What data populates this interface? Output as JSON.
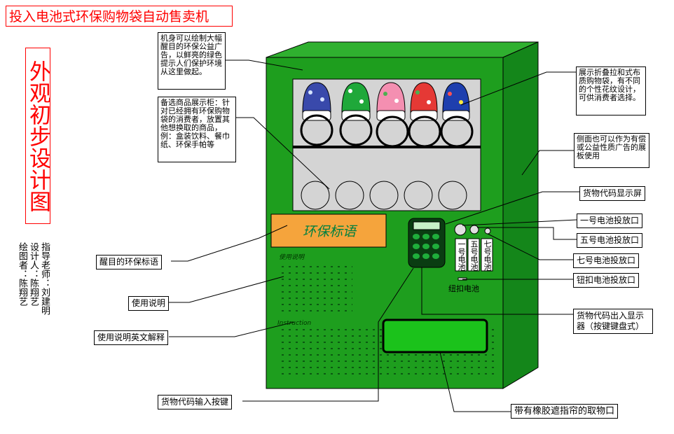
{
  "title": "投入电池式环保购物袋自动售卖机",
  "subtitle": "外观初步设计图",
  "credits": {
    "advisor": "指导老师：刘建明",
    "designer": "设计人：陈翔艺",
    "drafter": "绘图者：陈翔艺"
  },
  "notes": {
    "top_ad": "机身可以绘制大幅醒目的环保公益广告，以鲜亮的绿色提示人们保护环境从这里做起。",
    "alt_display": "备选商品展示柜：针对已经拥有环保购物袋的消费者，放置其他想换取的商品，例：盒装饮料、餐巾纸、环保手帕等",
    "bag_display": "展示折叠拉和式布质购物袋，有不同的个性花纹设计，可供消费者选择。",
    "side_panel": "侧面也可以作为有偿或公益性质广告的展板使用"
  },
  "labels": {
    "code_screen": "货物代码显示屏",
    "slot_1": "一号电池投放口",
    "slot_5": "五号电池投放口",
    "slot_7": "七号电池投放口",
    "slot_button": "钮扣电池投放口",
    "slogan": "醒目的环保标语",
    "manual": "使用说明",
    "manual_en": "使用说明英文解释",
    "keypad_io": "货物代码出入显示器（按键键盘式）",
    "keypad_input": "货物代码输入按键",
    "pickup": "带有橡胶遮指帘的取物口"
  },
  "machine": {
    "slogan_text": "环保标语",
    "manual_cn": "使用说明",
    "manual_en": "Instruction",
    "slot_1_text": "一号电池",
    "slot_5_text": "五号电池",
    "slot_7_text": "七号电池",
    "button_text": "纽扣电池"
  },
  "colors": {
    "machine_front": "#1e9e1e",
    "machine_side": "#14861a",
    "machine_top": "#2fb02f",
    "display_panel": "#d4d4d4",
    "slogan_panel": "#f5a43c",
    "keypad": "#0a3d12",
    "accent_red": "#ff0000"
  }
}
